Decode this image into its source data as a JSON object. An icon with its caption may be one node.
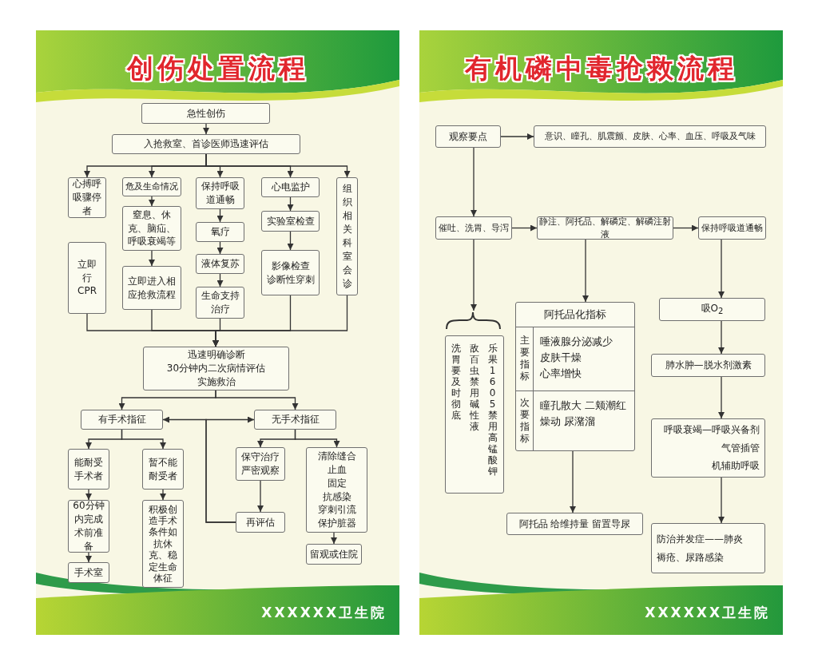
{
  "diagram": {
    "nodes": [
      {
        "text": [
          "创伤处置流程",
          "XXXXXX卫生院"
        ]
      },
      {
        "text": [
          "急性创伤"
        ],
        "in": 0
      },
      {
        "text": [
          "入抢救室、首诊医师迅速评估"
        ],
        "in": 0
      },
      {
        "text": [
          "心搏呼吸骤停者"
        ],
        "in": 0
      },
      {
        "text": [
          "危及生命情况"
        ],
        "in": 0
      },
      {
        "text": [
          "窒息、休克、脑疝、呼吸衰竭等"
        ],
        "in": 0
      },
      {
        "text": [
          "立即进入相应抢救流程"
        ],
        "in": 0
      },
      {
        "text": [
          "保持呼吸道通畅"
        ],
        "in": 0
      },
      {
        "text": [
          "氧疗"
        ],
        "in": 0
      },
      {
        "text": [
          "液体复苏"
        ],
        "in": 0
      },
      {
        "text": [
          "生命支持治疗"
        ],
        "in": 0
      },
      {
        "text": [
          "心电监护"
        ],
        "in": 0
      },
      {
        "text": [
          "实验室检查"
        ],
        "in": 0
      },
      {
        "text": [
          "影像检查",
          "诊断性穿刺"
        ],
        "in": 0
      },
      {
        "text": [
          "组织相关科室会诊"
        ],
        "in": 0
      },
      {
        "text": [
          "立即行CPR"
        ],
        "in": 0
      },
      {
        "text": [
          "迅速明确诊断",
          "30分钟内二次病情评估",
          "实施救治"
        ],
        "in": 0
      },
      {
        "text": [
          "有手术指征"
        ],
        "in": 0
      },
      {
        "text": [
          "无手术指征"
        ],
        "in": 0
      },
      {
        "text": [
          "能耐受手术者"
        ],
        "in": 0
      },
      {
        "text": [
          "暂不能耐受者"
        ],
        "in": 0
      },
      {
        "text": [
          "60分钟内完成术前准备"
        ],
        "in": 0
      },
      {
        "text": [
          "积极创造手术条件如抗休克、稳定生命体征"
        ],
        "in": 0
      },
      {
        "text": [
          "手术室"
        ],
        "in": 0
      },
      {
        "text": [
          "保守治疗",
          "严密观察"
        ],
        "in": 0
      },
      {
        "text": [
          "清除缝合",
          "止血",
          "固定",
          "抗感染",
          "穿刺引流",
          "保护脏器"
        ],
        "in": 0
      },
      {
        "text": [
          "再评估"
        ],
        "in": 0
      },
      {
        "text": [
          "留观或住院"
        ],
        "in": 0
      },
      {
        "text": [
          "有机磷中毒抢救流程",
          "XXXXXX卫生院"
        ]
      },
      {
        "text": [
          "观察要点"
        ],
        "in": 28
      },
      {
        "text": [
          "意识、瞳孔、肌震颤、皮肤、心率、血压、呼吸及气味"
        ],
        "in": 28
      },
      {
        "text": [
          "催吐、洗胃、导泻"
        ],
        "in": 28
      },
      {
        "text": [
          "静注、阿托品、解磷定、解磷注射液"
        ],
        "in": 28
      },
      {
        "text": [
          "保持呼吸道通畅"
        ],
        "in": 28
      },
      {
        "text": [],
        "shape": "bracket",
        "in": 28
      },
      {
        "text": [
          "洗胃要及时彻底",
          "敌百虫禁用碱性液",
          "乐果1605禁用高锰酸钾"
        ],
        "in": 28
      },
      {
        "text": [
          "阿托品化指标",
          "主要指标",
          "唾液腺分泌减少",
          "皮肤干燥",
          "心率增快",
          "次要指标",
          "瞳孔散大 二颊潮红",
          "燥动 尿潴溜"
        ],
        "in": 28
      },
      {
        "text": [
          "阿托品 给维持量 留置导尿"
        ],
        "in": 28
      },
      {
        "text": [
          "吸O$_{2}$"
        ],
        "in": 28
      },
      {
        "text": [
          "肺水肿—脱水剂激素"
        ],
        "in": 28
      },
      {
        "text": [
          "呼吸衰竭—呼吸兴备剂",
          "气管插管",
          "机辅助呼吸"
        ],
        "in": 28
      },
      {
        "text": [
          "防治并发症——肺炎",
          "褥疮、尿路感染"
        ],
        "in": 28
      }
    ],
    "edges": [
      {
        "from": 1,
        "to": 2,
        "arrow": "to"
      },
      {
        "from": 2,
        "to": 3,
        "arrow": "to"
      },
      {
        "from": 2,
        "to": 4,
        "arrow": "to"
      },
      {
        "from": 2,
        "to": 7,
        "arrow": "to"
      },
      {
        "from": 2,
        "to": 11,
        "arrow": "to"
      },
      {
        "from": 2,
        "to": 14,
        "arrow": "to"
      },
      {
        "from": 4,
        "to": 5,
        "arrow": "to"
      },
      {
        "from": 5,
        "to": 6,
        "arrow": "to"
      },
      {
        "from": 7,
        "to": 8,
        "arrow": "to"
      },
      {
        "from": 8,
        "to": 9,
        "arrow": "to"
      },
      {
        "from": 9,
        "to": 10,
        "arrow": "to"
      },
      {
        "from": 11,
        "to": 12,
        "arrow": "to"
      },
      {
        "from": 12,
        "to": 13,
        "arrow": "to"
      },
      {
        "from": 15,
        "to": 16,
        "arrow": "to"
      },
      {
        "from": 6,
        "to": 16,
        "arrow": "to"
      },
      {
        "from": 10,
        "to": 16,
        "arrow": "to"
      },
      {
        "from": 13,
        "to": 16,
        "arrow": "to"
      },
      {
        "from": 14,
        "to": 16,
        "arrow": "to"
      },
      {
        "from": 16,
        "to": 17,
        "arrow": "to"
      },
      {
        "from": 16,
        "to": 18,
        "arrow": "to"
      },
      {
        "from": 26,
        "to": 17,
        "arrow": "to"
      },
      {
        "from": 26,
        "to": 18,
        "arrow": "to"
      },
      {
        "from": 17,
        "to": 19,
        "arrow": "to"
      },
      {
        "from": 17,
        "to": 20,
        "arrow": "to"
      },
      {
        "from": 19,
        "to": 21,
        "arrow": "to"
      },
      {
        "from": 21,
        "to": 23,
        "arrow": "to"
      },
      {
        "from": 20,
        "to": 22,
        "arrow": "to"
      },
      {
        "from": 18,
        "to": 24,
        "arrow": "to"
      },
      {
        "from": 18,
        "to": 25,
        "arrow": "to"
      },
      {
        "from": 24,
        "to": 26,
        "arrow": "to"
      },
      {
        "from": 25,
        "to": 27,
        "arrow": "to"
      },
      {
        "from": 29,
        "to": 30,
        "arrow": "to"
      },
      {
        "from": 29,
        "to": 31,
        "arrow": "to"
      },
      {
        "from": 31,
        "to": 32,
        "arrow": "to"
      },
      {
        "from": 32,
        "to": 33,
        "arrow": "to"
      },
      {
        "from": 31,
        "to": 34,
        "arrow": "to"
      },
      {
        "from": 32,
        "to": 36,
        "arrow": "to"
      },
      {
        "from": 36,
        "to": 37,
        "arrow": "to"
      },
      {
        "from": 33,
        "to": 38,
        "arrow": "to"
      },
      {
        "from": 38,
        "to": 39,
        "arrow": "to"
      },
      {
        "from": 39,
        "to": 40,
        "arrow": "to"
      },
      {
        "from": 40,
        "to": 41,
        "arrow": "to"
      }
    ]
  }
}
